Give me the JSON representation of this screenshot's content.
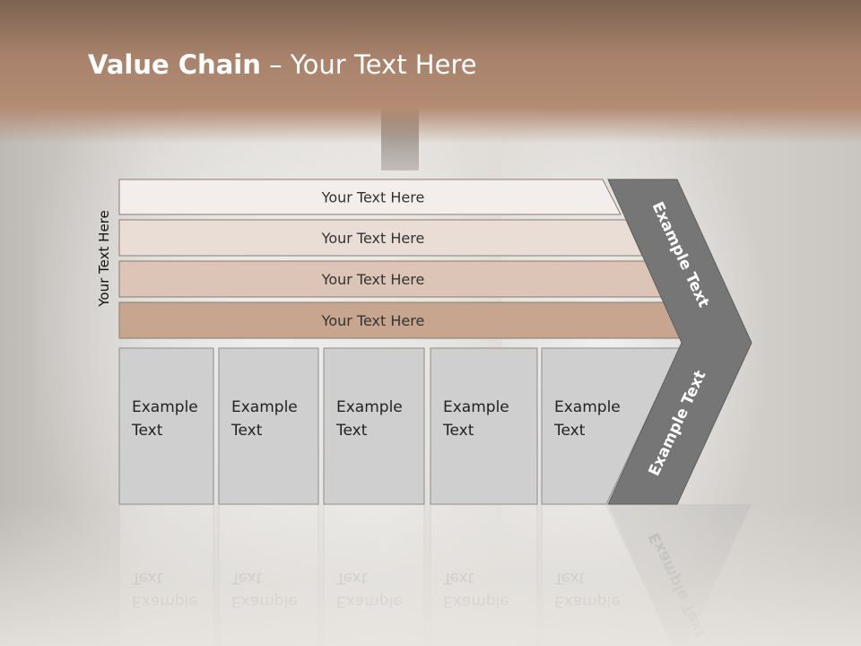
{
  "slide": {
    "title_bold": "Value Chain",
    "title_rest": " – Your Text Here",
    "side_label": "Your Text Here"
  },
  "support_rows": [
    {
      "label": "Your Text Here",
      "fill": "#f3eeeb"
    },
    {
      "label": "Your Text Here",
      "fill": "#e9ddd6"
    },
    {
      "label": "Your Text Here",
      "fill": "#dcc4b6"
    },
    {
      "label": "Your Text Here",
      "fill": "#c7a58e"
    }
  ],
  "primary_boxes": [
    {
      "line1": "Example",
      "line2": "Text"
    },
    {
      "line1": "Example",
      "line2": "Text"
    },
    {
      "line1": "Example",
      "line2": "Text"
    },
    {
      "line1": "Example",
      "line2": "Text"
    },
    {
      "line1": "Example",
      "line2": "Text"
    }
  ],
  "chevron": {
    "upper_label": "Example Text",
    "lower_label": "Example Text",
    "fill": "#767676"
  },
  "colors": {
    "box_fill": "#cfcfcf",
    "box_border": "#8d8d8d",
    "row_border": "#8e7a6e",
    "row_text": "#333333",
    "header_brown": "#a8826b"
  }
}
